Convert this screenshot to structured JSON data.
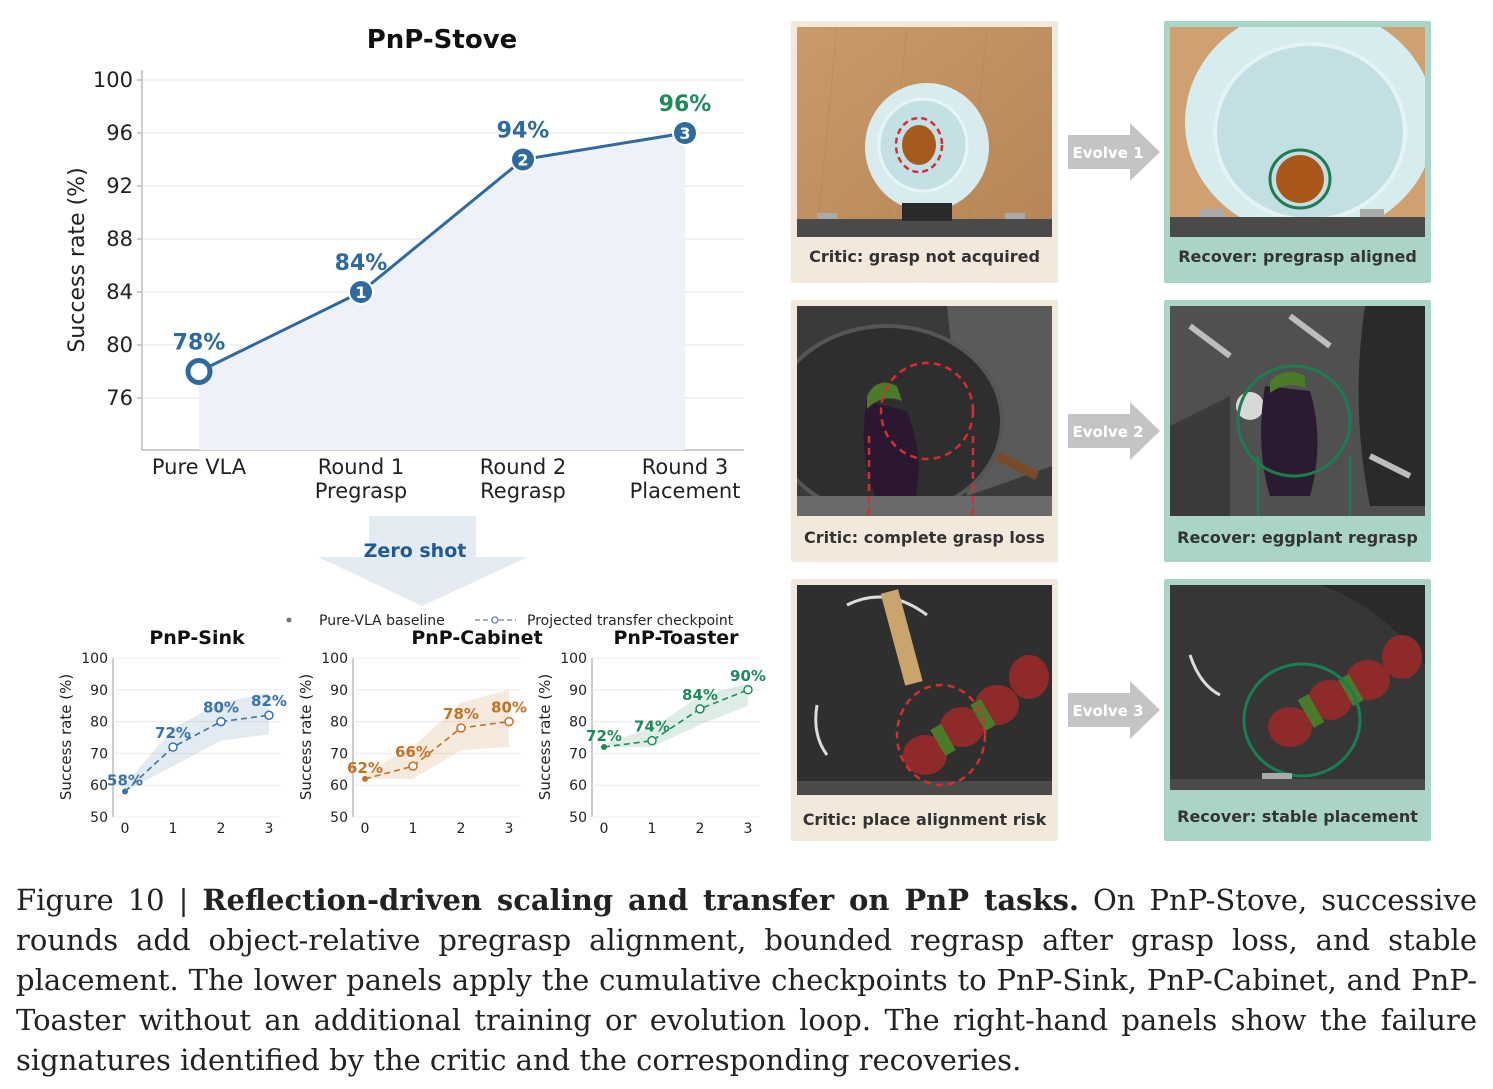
{
  "main_chart": {
    "title": "PnP-Stove",
    "ylabel": "Success rate (%)",
    "y_ticks": [
      "100",
      "96",
      "92",
      "88",
      "84",
      "80",
      "76"
    ],
    "x_labels": [
      [
        "Pure VLA"
      ],
      [
        "Round 1",
        "Pregrasp"
      ],
      [
        "Round 2",
        "Regrasp"
      ],
      [
        "Round 3",
        "Placement"
      ]
    ],
    "point_labels": [
      "78%",
      "84%",
      "94%",
      "96%"
    ],
    "markers": [
      "",
      "1",
      "2",
      "3"
    ],
    "zero_shot": "Zero shot"
  },
  "legend": {
    "baseline": "Pure-VLA baseline",
    "projected": "Projected transfer checkpoint"
  },
  "small_common": {
    "ylabel": "Success rate (%)",
    "y_ticks": [
      "100",
      "90",
      "80",
      "70",
      "60",
      "50"
    ],
    "x_ticks": [
      "0",
      "1",
      "2",
      "3"
    ]
  },
  "chart_data": [
    {
      "type": "line",
      "title": "PnP-Stove",
      "xlabel": "",
      "ylabel": "Success rate (%)",
      "categories": [
        "Pure VLA",
        "Round 1 Pregrasp",
        "Round 2 Regrasp",
        "Round 3 Placement"
      ],
      "values": [
        78,
        84,
        94,
        96
      ],
      "ylim": [
        72,
        100
      ],
      "grid": true,
      "color": "#2e6a9e",
      "highlight_color": "#1f8a5c"
    },
    {
      "type": "line",
      "title": "PnP-Sink",
      "ylabel": "Success rate (%)",
      "x": [
        0,
        1,
        2,
        3
      ],
      "values": [
        58,
        72,
        80,
        82
      ],
      "point_labels": [
        "58%",
        "72%",
        "80%",
        "82%"
      ],
      "band_low": [
        58,
        66,
        74,
        76
      ],
      "band_high": [
        60,
        78,
        86,
        89
      ],
      "ylim": [
        50,
        100
      ],
      "color": "#3a73a8"
    },
    {
      "type": "line",
      "title": "PnP-Cabinet",
      "ylabel": "Success rate (%)",
      "x": [
        0,
        1,
        2,
        3
      ],
      "values": [
        62,
        66,
        78,
        80
      ],
      "point_labels": [
        "62%",
        "66%",
        "78%",
        "80%"
      ],
      "band_low": [
        62,
        62,
        71,
        72
      ],
      "band_high": [
        64,
        72,
        86,
        90
      ],
      "ylim": [
        50,
        100
      ],
      "color": "#c07227"
    },
    {
      "type": "line",
      "title": "PnP-Toaster",
      "ylabel": "Success rate (%)",
      "x": [
        0,
        1,
        2,
        3
      ],
      "values": [
        72,
        74,
        84,
        90
      ],
      "point_labels": [
        "72%",
        "74%",
        "84%",
        "90%"
      ],
      "band_low": [
        72,
        72,
        79,
        85
      ],
      "band_high": [
        73,
        78,
        88,
        92
      ],
      "ylim": [
        50,
        100
      ],
      "color": "#1f8a5c"
    }
  ],
  "panels": {
    "critic": [
      "Critic: grasp not acquired",
      "Critic: complete grasp loss",
      "Critic: place alignment risk"
    ],
    "recover": [
      "Recover: pregrasp aligned",
      "Recover: eggplant regrasp",
      "Recover: stable placement"
    ],
    "evolve": [
      "Evolve 1",
      "Evolve 2",
      "Evolve 3"
    ]
  },
  "caption": {
    "prefix": "Figure 10 | ",
    "bold": "Reflection-driven scaling and transfer on PnP tasks.",
    "rest": " On PnP-Stove, successive rounds add object-relative pregrasp alignment, bounded regrasp after grasp loss, and stable placement. The lower panels apply the cumulative checkpoints to PnP-Sink, PnP-Cabinet, and PnP-Toaster without an additional training or evolution loop. The right-hand panels show the failure signatures identified by the critic and the corresponding recoveries."
  }
}
